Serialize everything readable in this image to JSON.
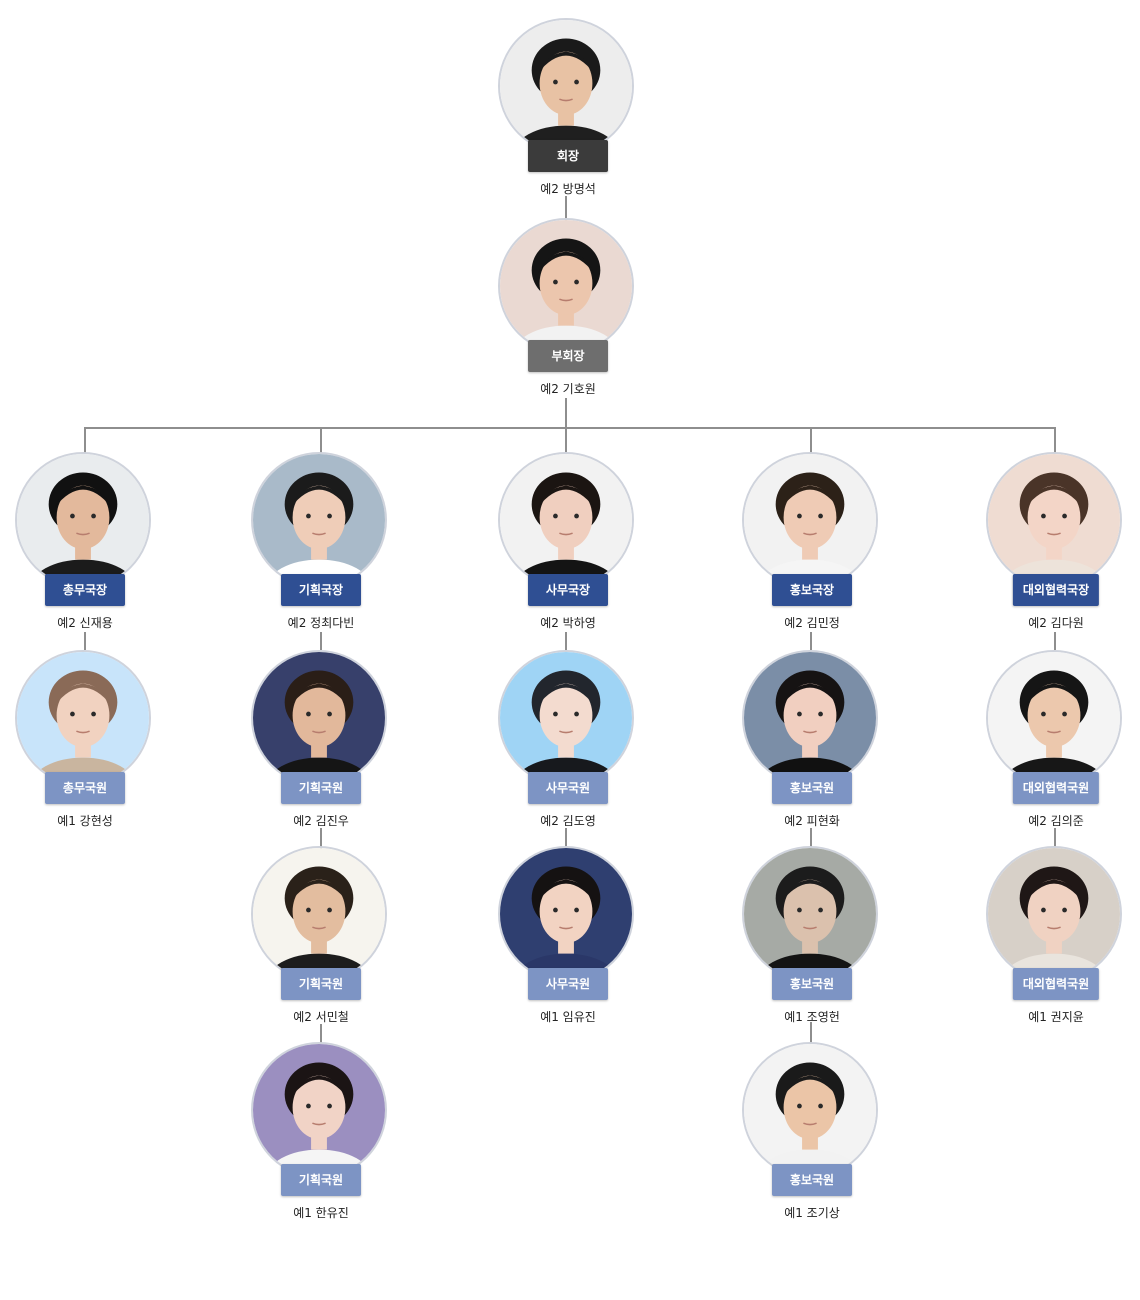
{
  "president": {
    "role": "회장",
    "name": "예2 방명석",
    "bg": "#ededed",
    "hair": "#1a1a1a",
    "skin": "#e8c2a4",
    "cloth": "#1f1f1f"
  },
  "vice": {
    "role": "부회장",
    "name": "예2 기호원",
    "bg": "#ead9d2",
    "hair": "#151515",
    "skin": "#ecc6ad",
    "cloth": "#f2f2f2"
  },
  "columns": [
    {
      "head": {
        "role": "총무국장",
        "name": "예2 신재용",
        "bg": "#e9ecee",
        "hair": "#111111",
        "skin": "#e3b99c",
        "cloth": "#1b1b1b"
      },
      "staff": [
        {
          "role": "총무국원",
          "name": "예1 강현성",
          "bg": "#c8e4fa",
          "hair": "#8a6a57",
          "skin": "#f1d2c0",
          "cloth": "#c9b59f"
        }
      ]
    },
    {
      "head": {
        "role": "기획국장",
        "name": "예2 정최다빈",
        "bg": "#a9bac9",
        "hair": "#1b1b1b",
        "skin": "#efcdb8",
        "cloth": "#ffffff"
      },
      "staff": [
        {
          "role": "기획국원",
          "name": "예2 김진우",
          "bg": "#37406b",
          "hair": "#2a1e17",
          "skin": "#e2b89b",
          "cloth": "#151515"
        },
        {
          "role": "기획국원",
          "name": "예2 서민철",
          "bg": "#f6f4ee",
          "hair": "#2a2119",
          "skin": "#e3bd9f",
          "cloth": "#1d1d1d"
        },
        {
          "role": "기획국원",
          "name": "예1 한유진",
          "bg": "#9b8fc0",
          "hair": "#1b1414",
          "skin": "#f1d3c6",
          "cloth": "#f5f5f5"
        }
      ]
    },
    {
      "head": {
        "role": "사무국장",
        "name": "예2 박하영",
        "bg": "#f2f2f2",
        "hair": "#1b1512",
        "skin": "#f0cfbf",
        "cloth": "#141414"
      },
      "staff": [
        {
          "role": "사무국원",
          "name": "예2 김도영",
          "bg": "#9fd4f5",
          "hair": "#22262d",
          "skin": "#f3dbcf",
          "cloth": "#17191d"
        },
        {
          "role": "사무국원",
          "name": "예1 임유진",
          "bg": "#2f3f70",
          "hair": "#151212",
          "skin": "#f2d3c2",
          "cloth": "#2a3768"
        }
      ]
    },
    {
      "head": {
        "role": "홍보국장",
        "name": "예2 김민정",
        "bg": "#f2f2f2",
        "hair": "#2c2118",
        "skin": "#efcbb5",
        "cloth": "#f5f5f5"
      },
      "staff": [
        {
          "role": "홍보국원",
          "name": "예2 피현화",
          "bg": "#7b8ea7",
          "hair": "#161313",
          "skin": "#f1cfc0",
          "cloth": "#111111"
        },
        {
          "role": "홍보국원",
          "name": "예1 조영헌",
          "bg": "#a6aaa5",
          "hair": "#1c1c1c",
          "skin": "#dbc1ad",
          "cloth": "#141414"
        },
        {
          "role": "홍보국원",
          "name": "예1 조기상",
          "bg": "#f3f3f3",
          "hair": "#1a1a1a",
          "skin": "#ebc5a7",
          "cloth": "#f2f2f2"
        }
      ]
    },
    {
      "head": {
        "role": "대외협력국장",
        "name": "예2 김다원",
        "bg": "#efdcd2",
        "hair": "#4a3428",
        "skin": "#f3d5c7",
        "cloth": "#ede3da"
      },
      "staff": [
        {
          "role": "대외협력국원",
          "name": "예2 김의준",
          "bg": "#f4f4f4",
          "hair": "#151515",
          "skin": "#ecc8ad",
          "cloth": "#171717"
        },
        {
          "role": "대외협력국원",
          "name": "예1 권지윤",
          "bg": "#d7d0c8",
          "hair": "#1f1716",
          "skin": "#f0d2c2",
          "cloth": "#e9e4dd"
        }
      ]
    }
  ]
}
